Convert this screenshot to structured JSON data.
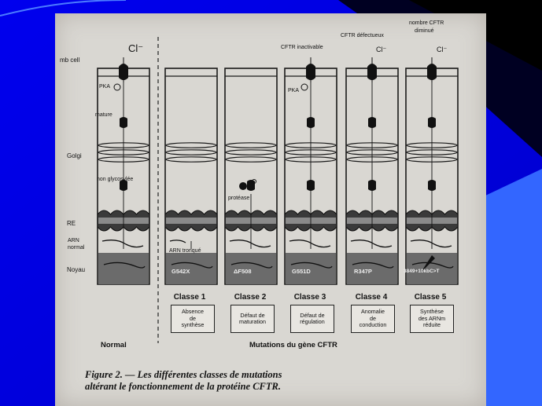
{
  "colors": {
    "slide_bg": "#0000ff",
    "paper": "#d9d7d2",
    "ink": "#1a1a1a",
    "nucleus": "#6b6b6b"
  },
  "labels": {
    "cl": "Cl⁻",
    "mb_cell": "mb cell",
    "pka": "PKA",
    "mature": "mature",
    "golgi": "Golgi",
    "non_glyco": "non glycosylée",
    "protease": "protéase",
    "re": "RE",
    "arn_normal_1": "ARN",
    "arn_normal_2": "normal",
    "arn_tronque": "ARN tronqué",
    "noyau": "Noyau",
    "cftr_inactivable": "CFTR inactivable",
    "cftr_defectueux": "CFTR défectueux",
    "nombre_1": "nombre CFTR",
    "nombre_2": "diminué",
    "normal": "Normal",
    "mutations": "Mutations du gène CFTR"
  },
  "mutations": [
    "G542X",
    "ΔF508",
    "G551D",
    "R347P",
    "3849+10kbC>T"
  ],
  "classes": [
    {
      "title": "Classe 1",
      "desc": [
        "Absence",
        "de",
        "synthèse"
      ]
    },
    {
      "title": "Classe 2",
      "desc": [
        "Défaut de",
        "maturation"
      ]
    },
    {
      "title": "Classe 3",
      "desc": [
        "Défaut de",
        "régulation"
      ]
    },
    {
      "title": "Classe 4",
      "desc": [
        "Anomalie",
        "de",
        "conduction"
      ]
    },
    {
      "title": "Classe 5",
      "desc": [
        "Synthèse",
        "des ARNm",
        "réduite"
      ]
    }
  ],
  "caption": {
    "line1": "Figure 2. — Les différentes classes de mutations",
    "line2": "altérant le fonctionnement de la protéine CFTR."
  }
}
